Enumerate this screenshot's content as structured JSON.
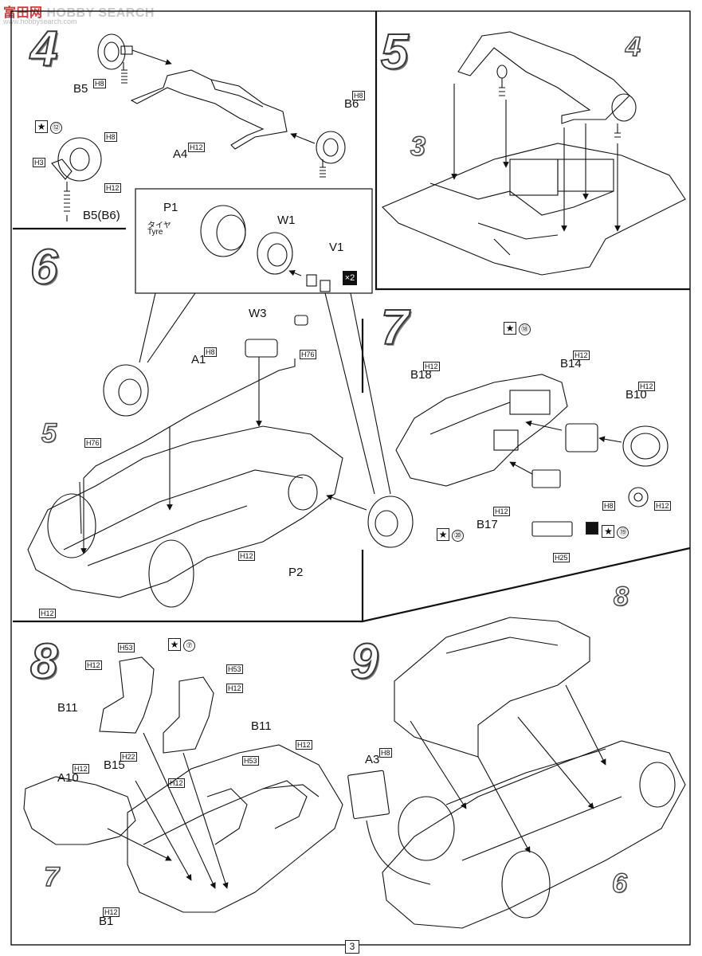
{
  "watermark": {
    "brand_cn": "富田网",
    "brand_en": "HOBBY SEARCH",
    "sub": "www.hobbysearch.com"
  },
  "page_number": "3",
  "steps": {
    "s4": {
      "number": "4",
      "parts": [
        "B5",
        "A4",
        "B6",
        "B5(B6)"
      ],
      "paints": [
        "H8",
        "H12",
        "H8",
        "H8",
        "H3",
        "H12"
      ],
      "star": "★",
      "star_num": "⑫"
    },
    "s5": {
      "number": "5",
      "refs": [
        "3",
        "4"
      ]
    },
    "s6": {
      "number": "6",
      "parts": [
        "P1",
        "W1",
        "V1",
        "W3",
        "A1",
        "P2"
      ],
      "tyre_jp": "タイヤ",
      "tyre_en": "Tyre",
      "paints": [
        "H8",
        "H76",
        "H76",
        "H12",
        "H12"
      ],
      "refs": [
        "5"
      ]
    },
    "s7": {
      "number": "7",
      "parts": [
        "B18",
        "B14",
        "B10",
        "B17"
      ],
      "paints": [
        "H12",
        "H12",
        "H12",
        "H12",
        "H8",
        "H12",
        "H25"
      ],
      "stars": [
        "⑱",
        "⑳",
        "⑲"
      ]
    },
    "s8": {
      "number": "8",
      "parts": [
        "B11",
        "B11",
        "B15",
        "A10",
        "B1"
      ],
      "paints": [
        "H53",
        "H12",
        "H53",
        "H12",
        "H12",
        "H22",
        "H12",
        "H53",
        "H12"
      ],
      "star_num": "⑦",
      "refs": [
        "7"
      ]
    },
    "s9": {
      "number": "9",
      "parts": [
        "A3"
      ],
      "paints": [
        "H8"
      ],
      "refs": [
        "8",
        "6"
      ]
    }
  }
}
